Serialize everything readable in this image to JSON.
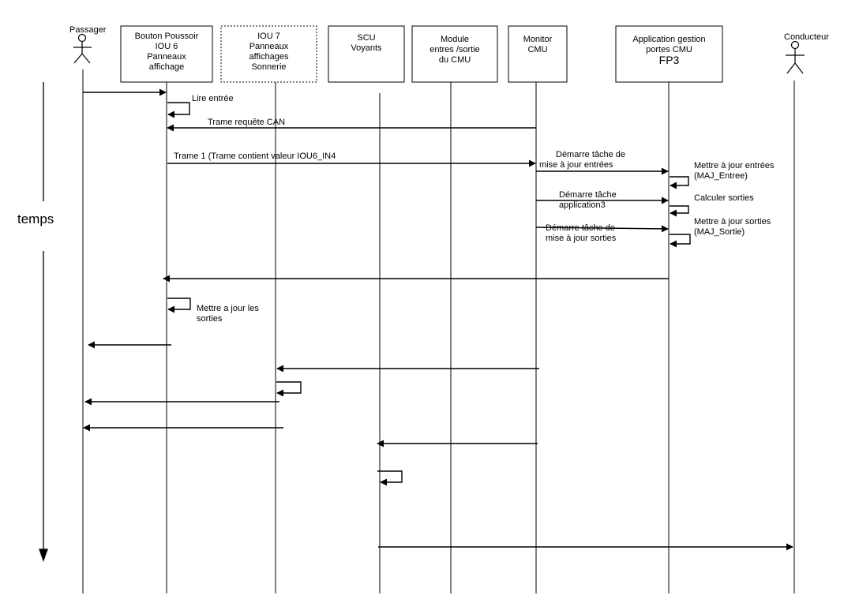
{
  "actors": {
    "passager": "Passager",
    "conducteur": "Conducteur"
  },
  "lifelines": {
    "bouton": [
      "Bouton Poussoir",
      "IOU 6",
      "Panneaux",
      "affichage"
    ],
    "iou7": [
      "IOU 7",
      "Panneaux",
      "affichages",
      "Sonnerie"
    ],
    "scu": [
      "SCU",
      "Voyants"
    ],
    "module": [
      "Module",
      "entres /sortie",
      "du CMU"
    ],
    "monitor": [
      "Monitor",
      "CMU"
    ],
    "appli": [
      "Application gestion",
      "portes CMU",
      "FP3"
    ]
  },
  "time_axis_label": "temps",
  "messages": {
    "lire_entree": "Lire entrée",
    "trame_requete": "Trame requête CAN",
    "trame1": "Trame 1 (Trame contient valeur IOU6_IN4",
    "demarre_maj_entrees": [
      "Démarre tâche de",
      "mise à jour entrées"
    ],
    "maj_entrees": [
      "Mettre à jour entrées",
      "(MAJ_Entree)"
    ],
    "demarre_app": [
      "Démarre tâche",
      "application3"
    ],
    "calculer_sorties": "Calculer sorties",
    "demarre_maj_sorties": [
      "Démarre tâche de",
      "mise à jour sorties"
    ],
    "maj_sorties": [
      "Mettre à jour sorties",
      "(MAJ_Sortie)"
    ],
    "maj_les_sorties": [
      "Mettre a jour les",
      "sorties"
    ]
  }
}
